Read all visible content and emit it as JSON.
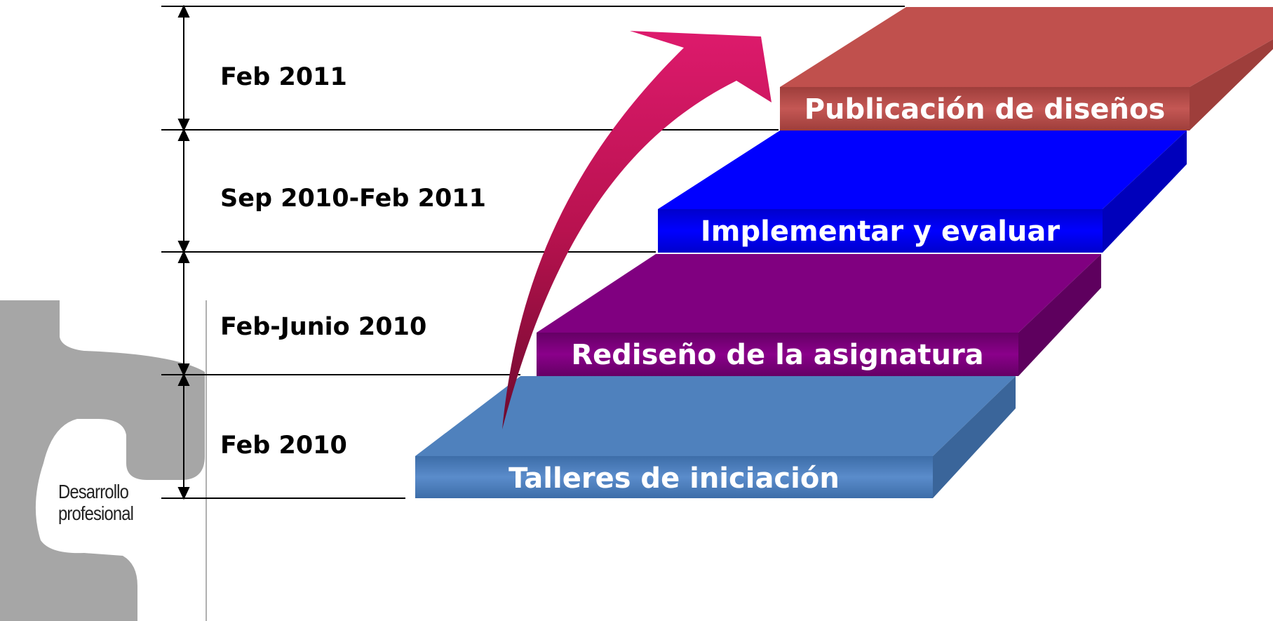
{
  "timeline": {
    "periods": [
      {
        "label": "Feb 2011"
      },
      {
        "label": "Sep 2010-Feb 2011"
      },
      {
        "label": "Feb-Junio 2010"
      },
      {
        "label": "Feb 2010"
      }
    ]
  },
  "steps": [
    {
      "label": "Publicación de diseños",
      "color": "#c0504d"
    },
    {
      "label": "Implementar y evaluar",
      "color": "#0000ff"
    },
    {
      "label": "Rediseño de la asignatura",
      "color": "#800080"
    },
    {
      "label": "Talleres de iniciación",
      "color": "#4f81bd"
    }
  ],
  "side_graphic": {
    "line1": "Desarrollo",
    "line2": "profesional",
    "color": "#a6a6a6"
  },
  "arrow": {
    "color": "#cc1866"
  }
}
